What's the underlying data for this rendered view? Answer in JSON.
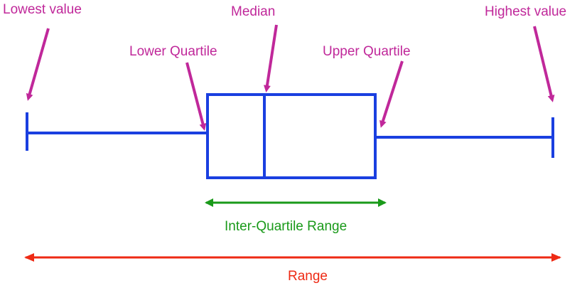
{
  "labels": {
    "lowest": "Lowest value",
    "median": "Median",
    "highest": "Highest value",
    "lower_quartile": "Lower Quartile",
    "upper_quartile": "Upper Quartile",
    "iqr": "Inter-Quartile Range",
    "range": "Range"
  },
  "colors": {
    "plot": "#1a3fe0",
    "annotation": "#c0289a",
    "iqr": "#1a9a1a",
    "range": "#ee2a14"
  }
}
